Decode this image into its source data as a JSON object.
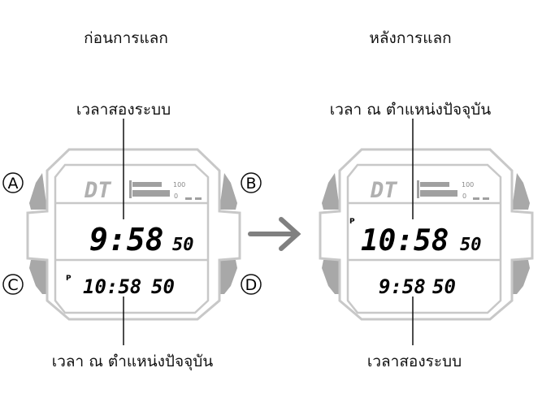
{
  "headings": {
    "before": "ก่อนการแลก",
    "after": "หลังการแลก"
  },
  "watch_before": {
    "top_label": "เวลาสองระบบ",
    "bottom_label": "เวลา ณ ตำแหน่งปัจจุบัน",
    "mode": "DT",
    "scale_high": "100",
    "scale_low": "0",
    "main_time": "9:58",
    "main_seconds": "50",
    "pm_indicator": "P",
    "sub_time": "10:58",
    "sub_seconds": "50"
  },
  "watch_after": {
    "top_label": "เวลา ณ ตำแหน่งปัจจุบัน",
    "bottom_label": "เวลาสองระบบ",
    "mode": "DT",
    "scale_high": "100",
    "scale_low": "0",
    "pm_indicator": "P",
    "main_time": "10:58",
    "main_seconds": "50",
    "sub_time": "9:58",
    "sub_seconds": "50"
  },
  "buttons": [
    "A",
    "B",
    "C",
    "D"
  ],
  "colors": {
    "body": "#c8c8c8",
    "button": "#a8a8a8",
    "arrow": "#808080",
    "text": "#111111"
  }
}
